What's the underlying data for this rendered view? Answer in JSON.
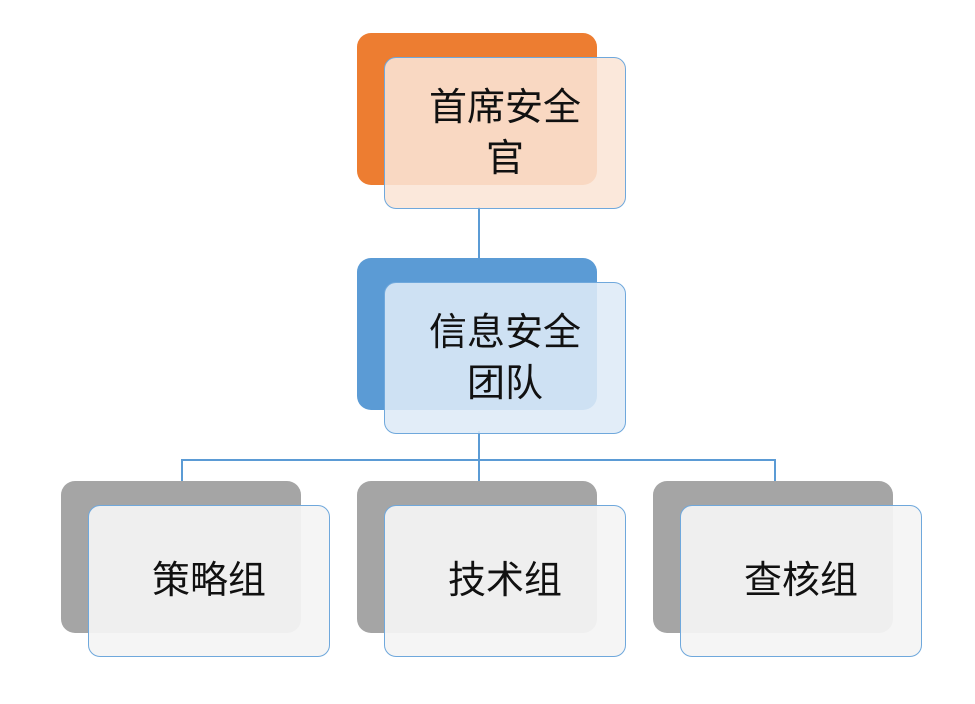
{
  "nodes": {
    "ciso": {
      "label": "首席安全官"
    },
    "security_team": {
      "label": "信息安全团队"
    },
    "strategy_group": {
      "label": "策略组"
    },
    "technical_group": {
      "label": "技术组"
    },
    "audit_group": {
      "label": "查核组"
    }
  },
  "colors": {
    "top_accent": "#ed7d31",
    "middle_accent": "#5b9bd5",
    "bottom_accent": "#a5a5a5",
    "connector": "#5b9bd5",
    "border": "#6fa8dc"
  }
}
